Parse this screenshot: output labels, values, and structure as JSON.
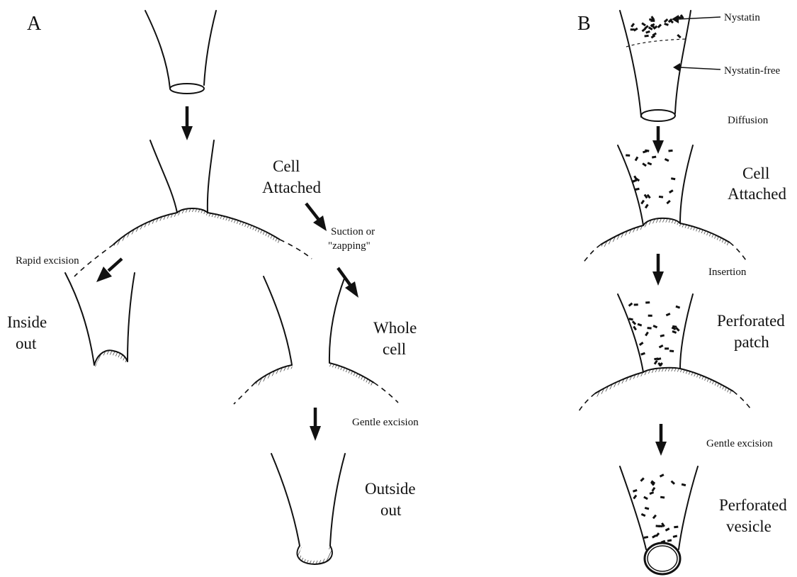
{
  "panel_a": {
    "letter": "A",
    "cell_attached": [
      "Cell",
      "Attached"
    ],
    "suction": [
      "Suction or",
      "\"zapping\""
    ],
    "rapid_excision": "Rapid excision",
    "inside_out": [
      "Inside",
      "out"
    ],
    "whole_cell": [
      "Whole",
      "cell"
    ],
    "gentle_excision": "Gentle excision",
    "outside_out": [
      "Outside",
      "out"
    ]
  },
  "panel_b": {
    "letter": "B",
    "nystatin": "Nystatin",
    "nystatin_free": "Nystatin-free",
    "diffusion": "Diffusion",
    "cell_attached": [
      "Cell",
      "Attached"
    ],
    "insertion": "Insertion",
    "perforated_patch": [
      "Perforated",
      "patch"
    ],
    "gentle_excision": "Gentle excision",
    "perforated_vesicle": [
      "Perforated",
      "vesicle"
    ]
  }
}
